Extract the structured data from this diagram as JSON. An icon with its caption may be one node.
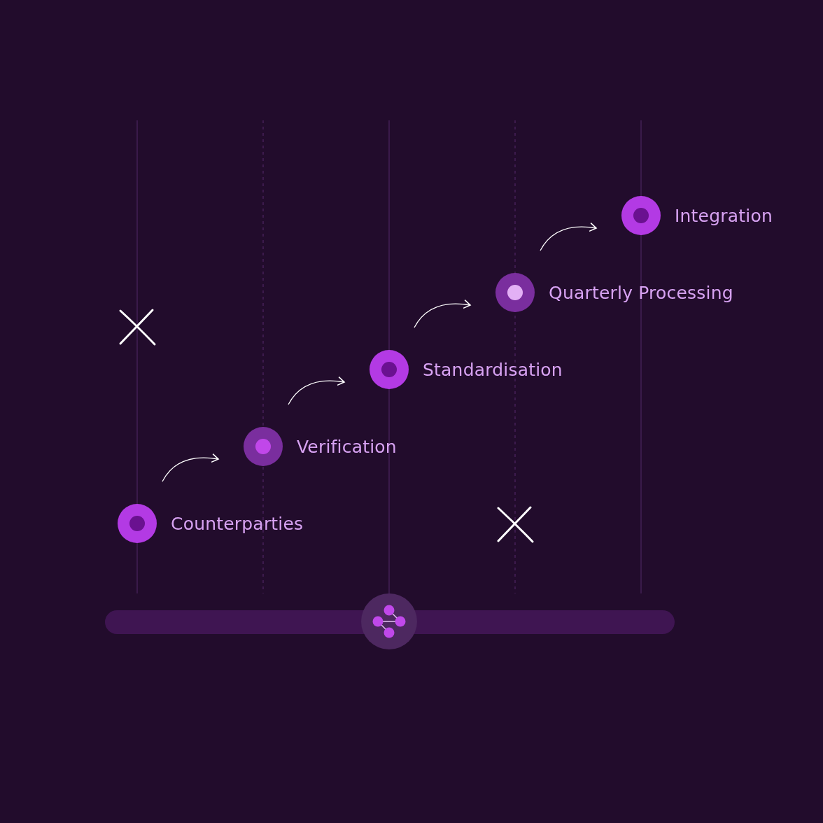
{
  "diagram": {
    "nodes": [
      {
        "text": [
          "Counterparties"
        ]
      },
      {
        "text": [
          "Verification"
        ]
      },
      {
        "text": [
          "Standardisation"
        ]
      },
      {
        "text": [
          "Quarterly Processing"
        ]
      },
      {
        "text": [
          "Integration"
        ]
      }
    ],
    "edges": [
      {
        "from": 0,
        "to": 1,
        "arrow": "to"
      },
      {
        "from": 1,
        "to": 2,
        "arrow": "to"
      },
      {
        "from": 2,
        "to": 3,
        "arrow": "to"
      },
      {
        "from": 3,
        "to": 4,
        "arrow": "to"
      }
    ]
  }
}
